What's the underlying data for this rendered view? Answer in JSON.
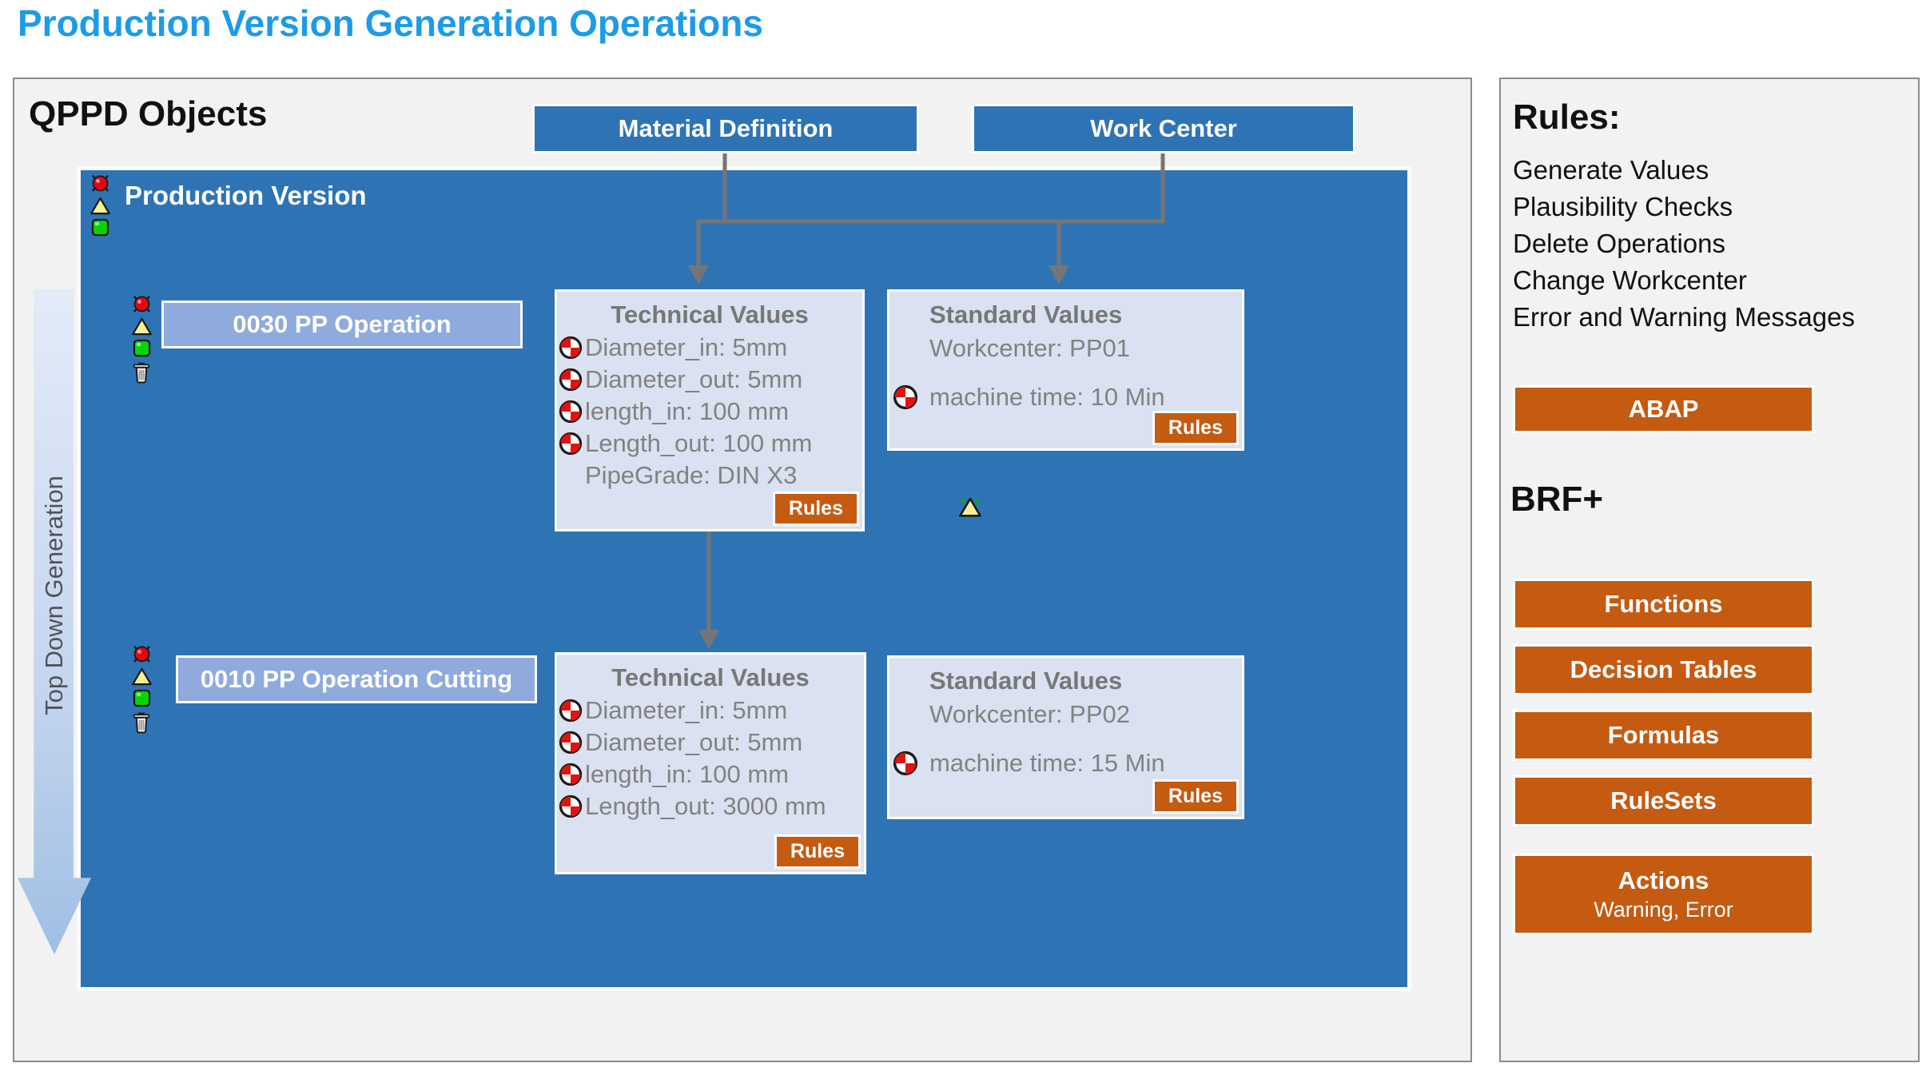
{
  "title": "Production Version Generation Operations",
  "colors": {
    "title_blue": "#1C9BE8",
    "primary_blue": "#2E74B5",
    "operation_blue": "#8FAADC",
    "value_box_bg": "#DAE1F1",
    "accent_orange": "#C55A11",
    "panel_bg": "#F2F2F2",
    "connector_gray": "#757575"
  },
  "qppd": {
    "heading": "QPPD Objects",
    "material_definition_label": "Material Definition",
    "work_center_label": "Work Center",
    "production_version_label": "Production Version",
    "top_down_label": "Top Down Generation",
    "rows": [
      {
        "operation_label": "0030 PP Operation",
        "technical": {
          "title": "Technical Values",
          "items": [
            {
              "icon": "quadrant-status-icon",
              "text": "Diameter_in: 5mm"
            },
            {
              "icon": "quadrant-status-icon",
              "text": "Diameter_out: 5mm"
            },
            {
              "icon": "quadrant-status-icon",
              "text": "length_in: 100 mm"
            },
            {
              "icon": "quadrant-status-icon",
              "text": "Length_out: 100 mm"
            },
            {
              "icon": "",
              "text": "PipeGrade: DIN X3"
            }
          ],
          "rules_label": "Rules"
        },
        "standard": {
          "title": "Standard Values",
          "workcenter": "Workcenter: PP01",
          "machine_time": "machine time: 10 Min",
          "rules_label": "Rules"
        }
      },
      {
        "operation_label": "0010 PP Operation Cutting",
        "technical": {
          "title": "Technical Values",
          "items": [
            {
              "icon": "quadrant-status-icon",
              "text": "Diameter_in: 5mm"
            },
            {
              "icon": "quadrant-status-icon",
              "text": "Diameter_out: 5mm"
            },
            {
              "icon": "quadrant-status-icon",
              "text": "length_in: 100 mm"
            },
            {
              "icon": "quadrant-status-icon",
              "text": "Length_out: 3000 mm"
            }
          ],
          "rules_label": "Rules"
        },
        "standard": {
          "title": "Standard Values",
          "workcenter": "Workcenter: PP02",
          "machine_time": "machine time: 15 Min",
          "rules_label": "Rules"
        }
      }
    ]
  },
  "rules_panel": {
    "heading": "Rules:",
    "items": [
      "Generate Values",
      "Plausibility Checks",
      "Delete Operations",
      "Change Workcenter",
      "Error and Warning Messages"
    ],
    "abap_label": "ABAP",
    "brf_heading": "BRF+",
    "brf_buttons": [
      "Functions",
      "Decision Tables",
      "Formulas",
      "RuleSets"
    ],
    "actions_label": "Actions",
    "actions_sub_label": "Warning, Error"
  }
}
